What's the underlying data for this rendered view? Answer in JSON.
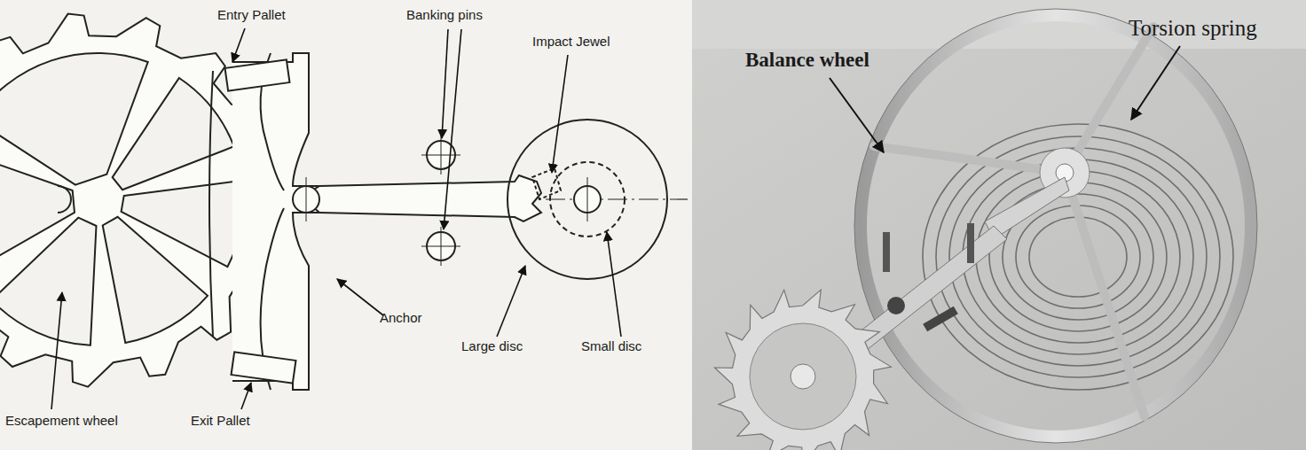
{
  "diagram": {
    "labels": [
      "Entry Pallet",
      "Banking pins",
      "Impact Jewel",
      "Anchor",
      "Large disc",
      "Small disc",
      "Escapement wheel",
      "Exit Pallet",
      "Balance wheel",
      "Torsion spring"
    ]
  }
}
